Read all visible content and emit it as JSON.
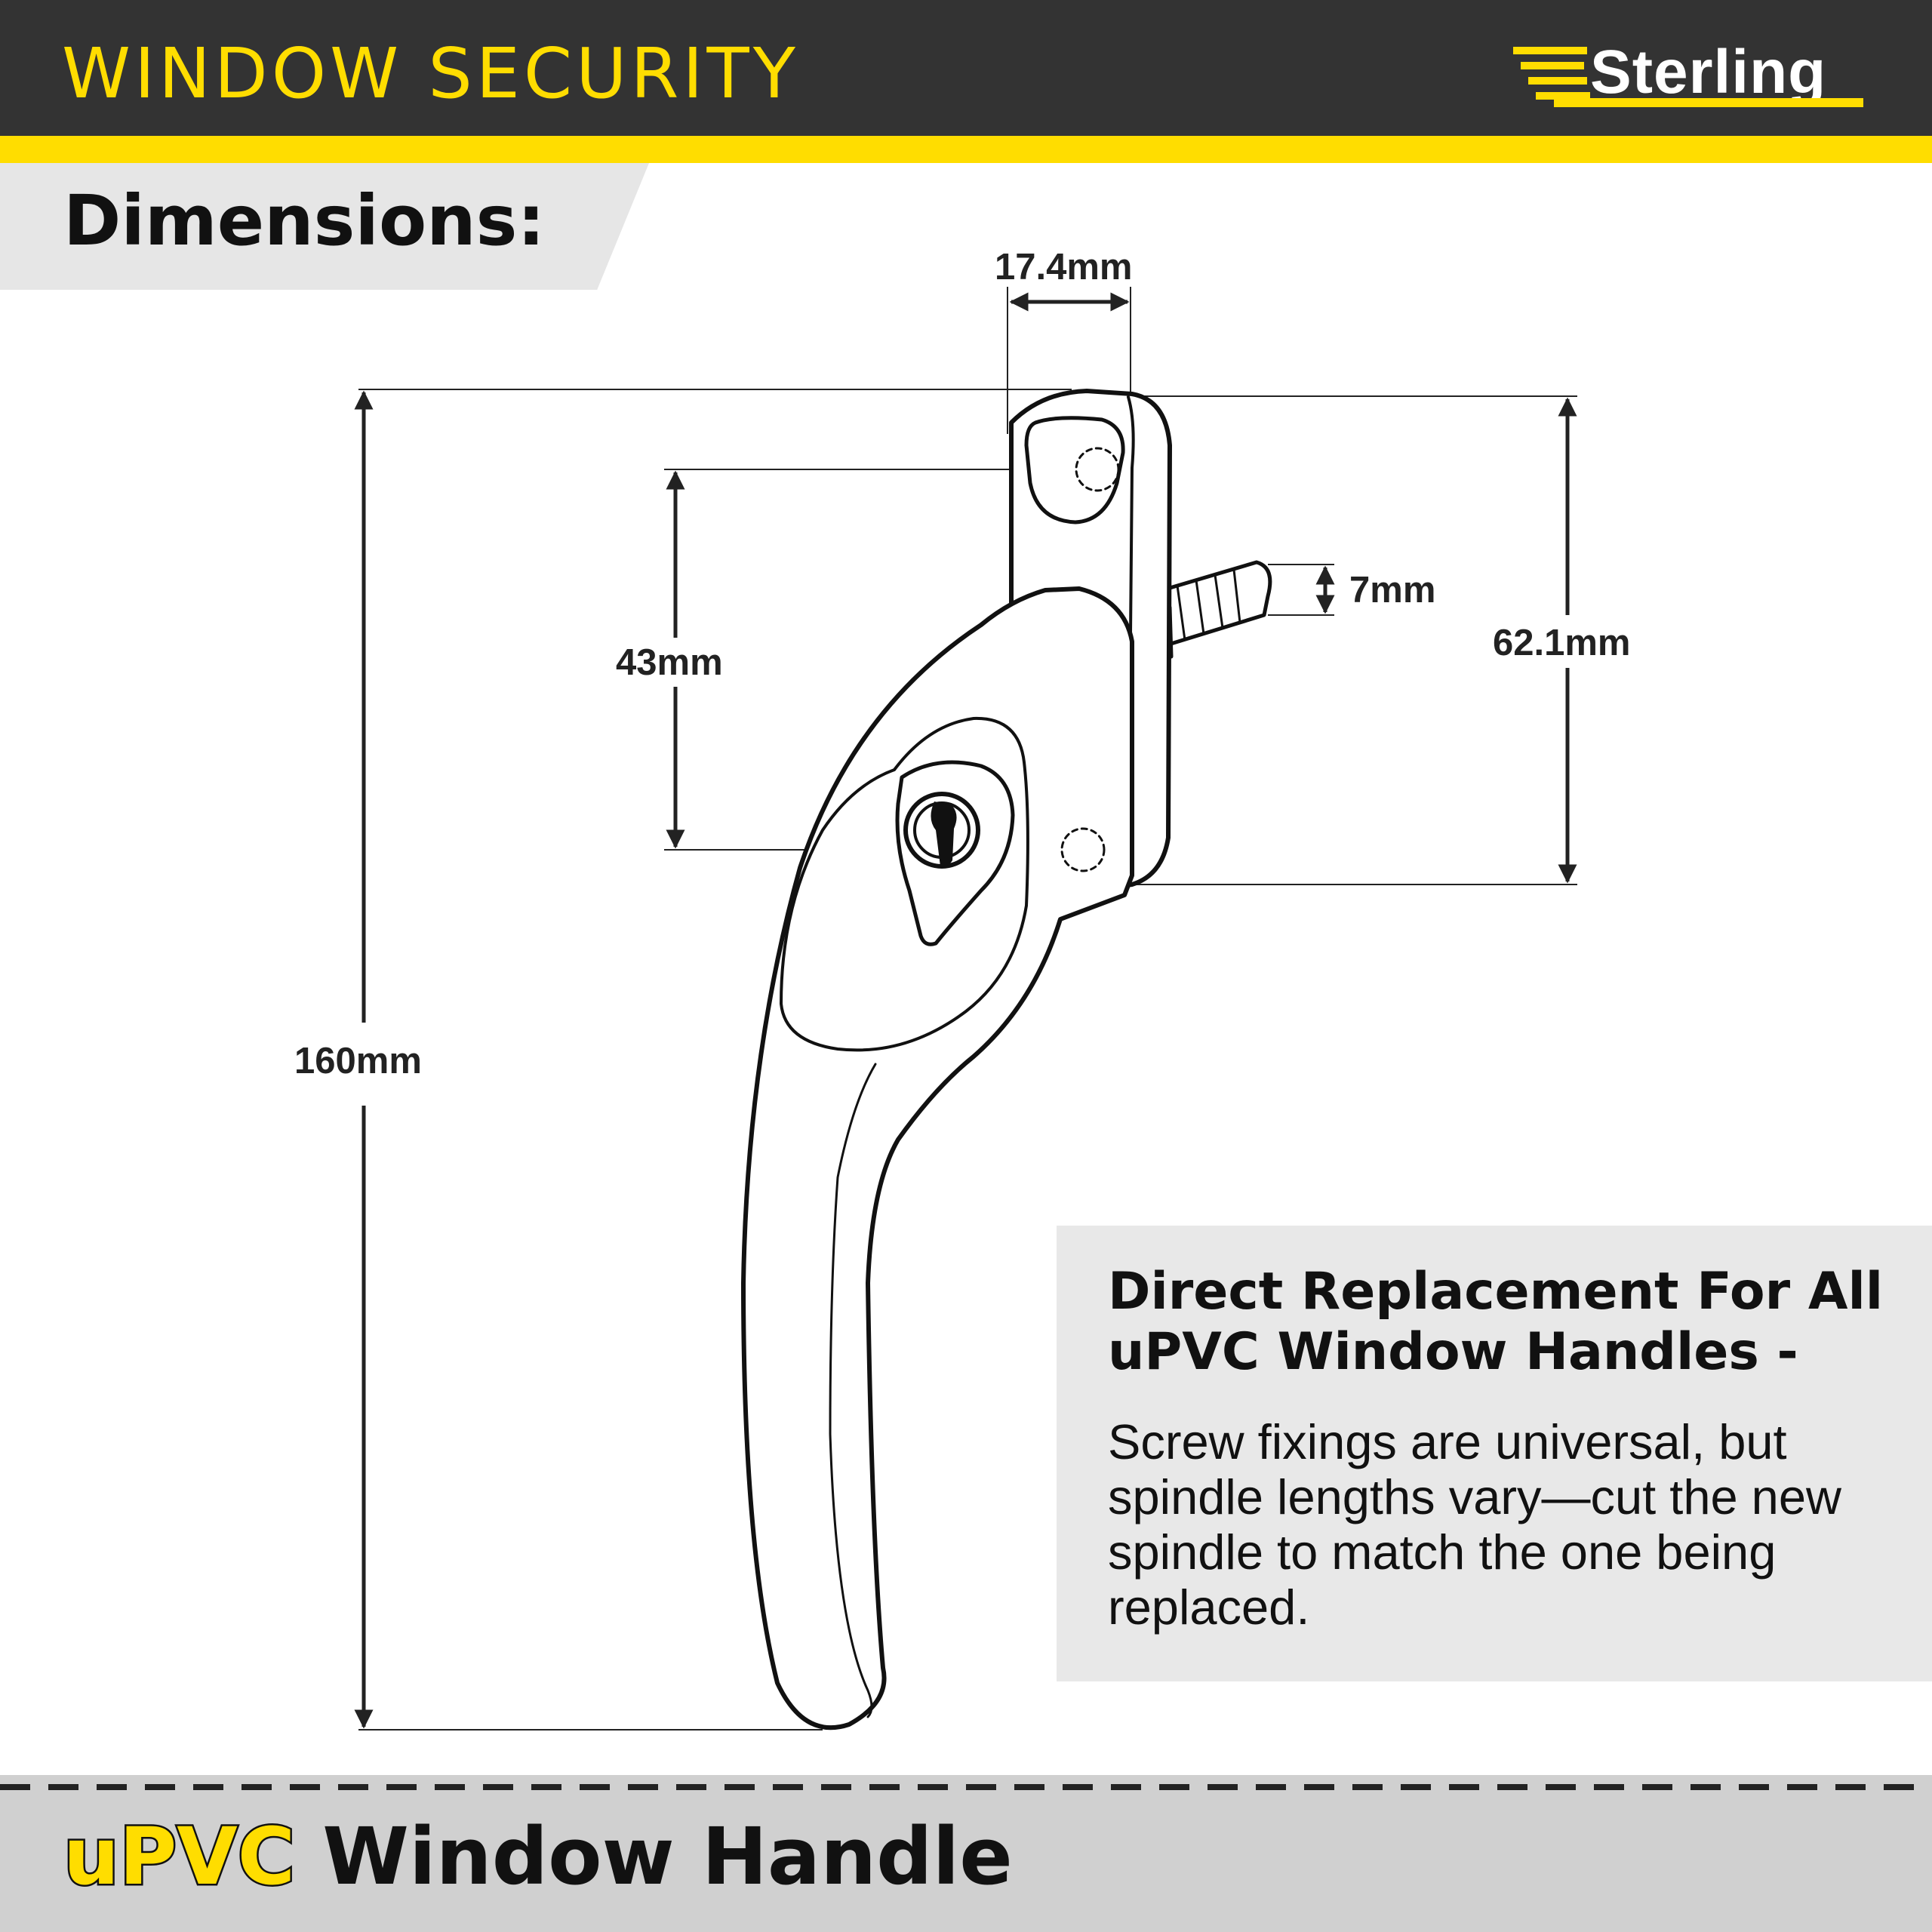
{
  "header": {
    "title": "WINDOW SECURITY",
    "brand": "Sterling"
  },
  "section": {
    "label": "Dimensions:"
  },
  "dimensions": {
    "spindle_spacing": "17.4mm",
    "overall_length": "160mm",
    "fixing_centres": "43mm",
    "spindle_size": "7mm",
    "base_height": "62.1mm"
  },
  "info": {
    "heading": "Direct Replacement For All uPVC Window Handles -",
    "body": "Screw fixings are universal, but spindle lengths vary—cut the new spindle to match the one being replaced."
  },
  "footer": {
    "accent": "uPVC",
    "title": "Window Handle"
  },
  "colors": {
    "brand_yellow": "#FFDD00",
    "header_bg": "#333333",
    "footer_bg": "#d0d0d0",
    "info_bg": "#e8e8e8"
  }
}
